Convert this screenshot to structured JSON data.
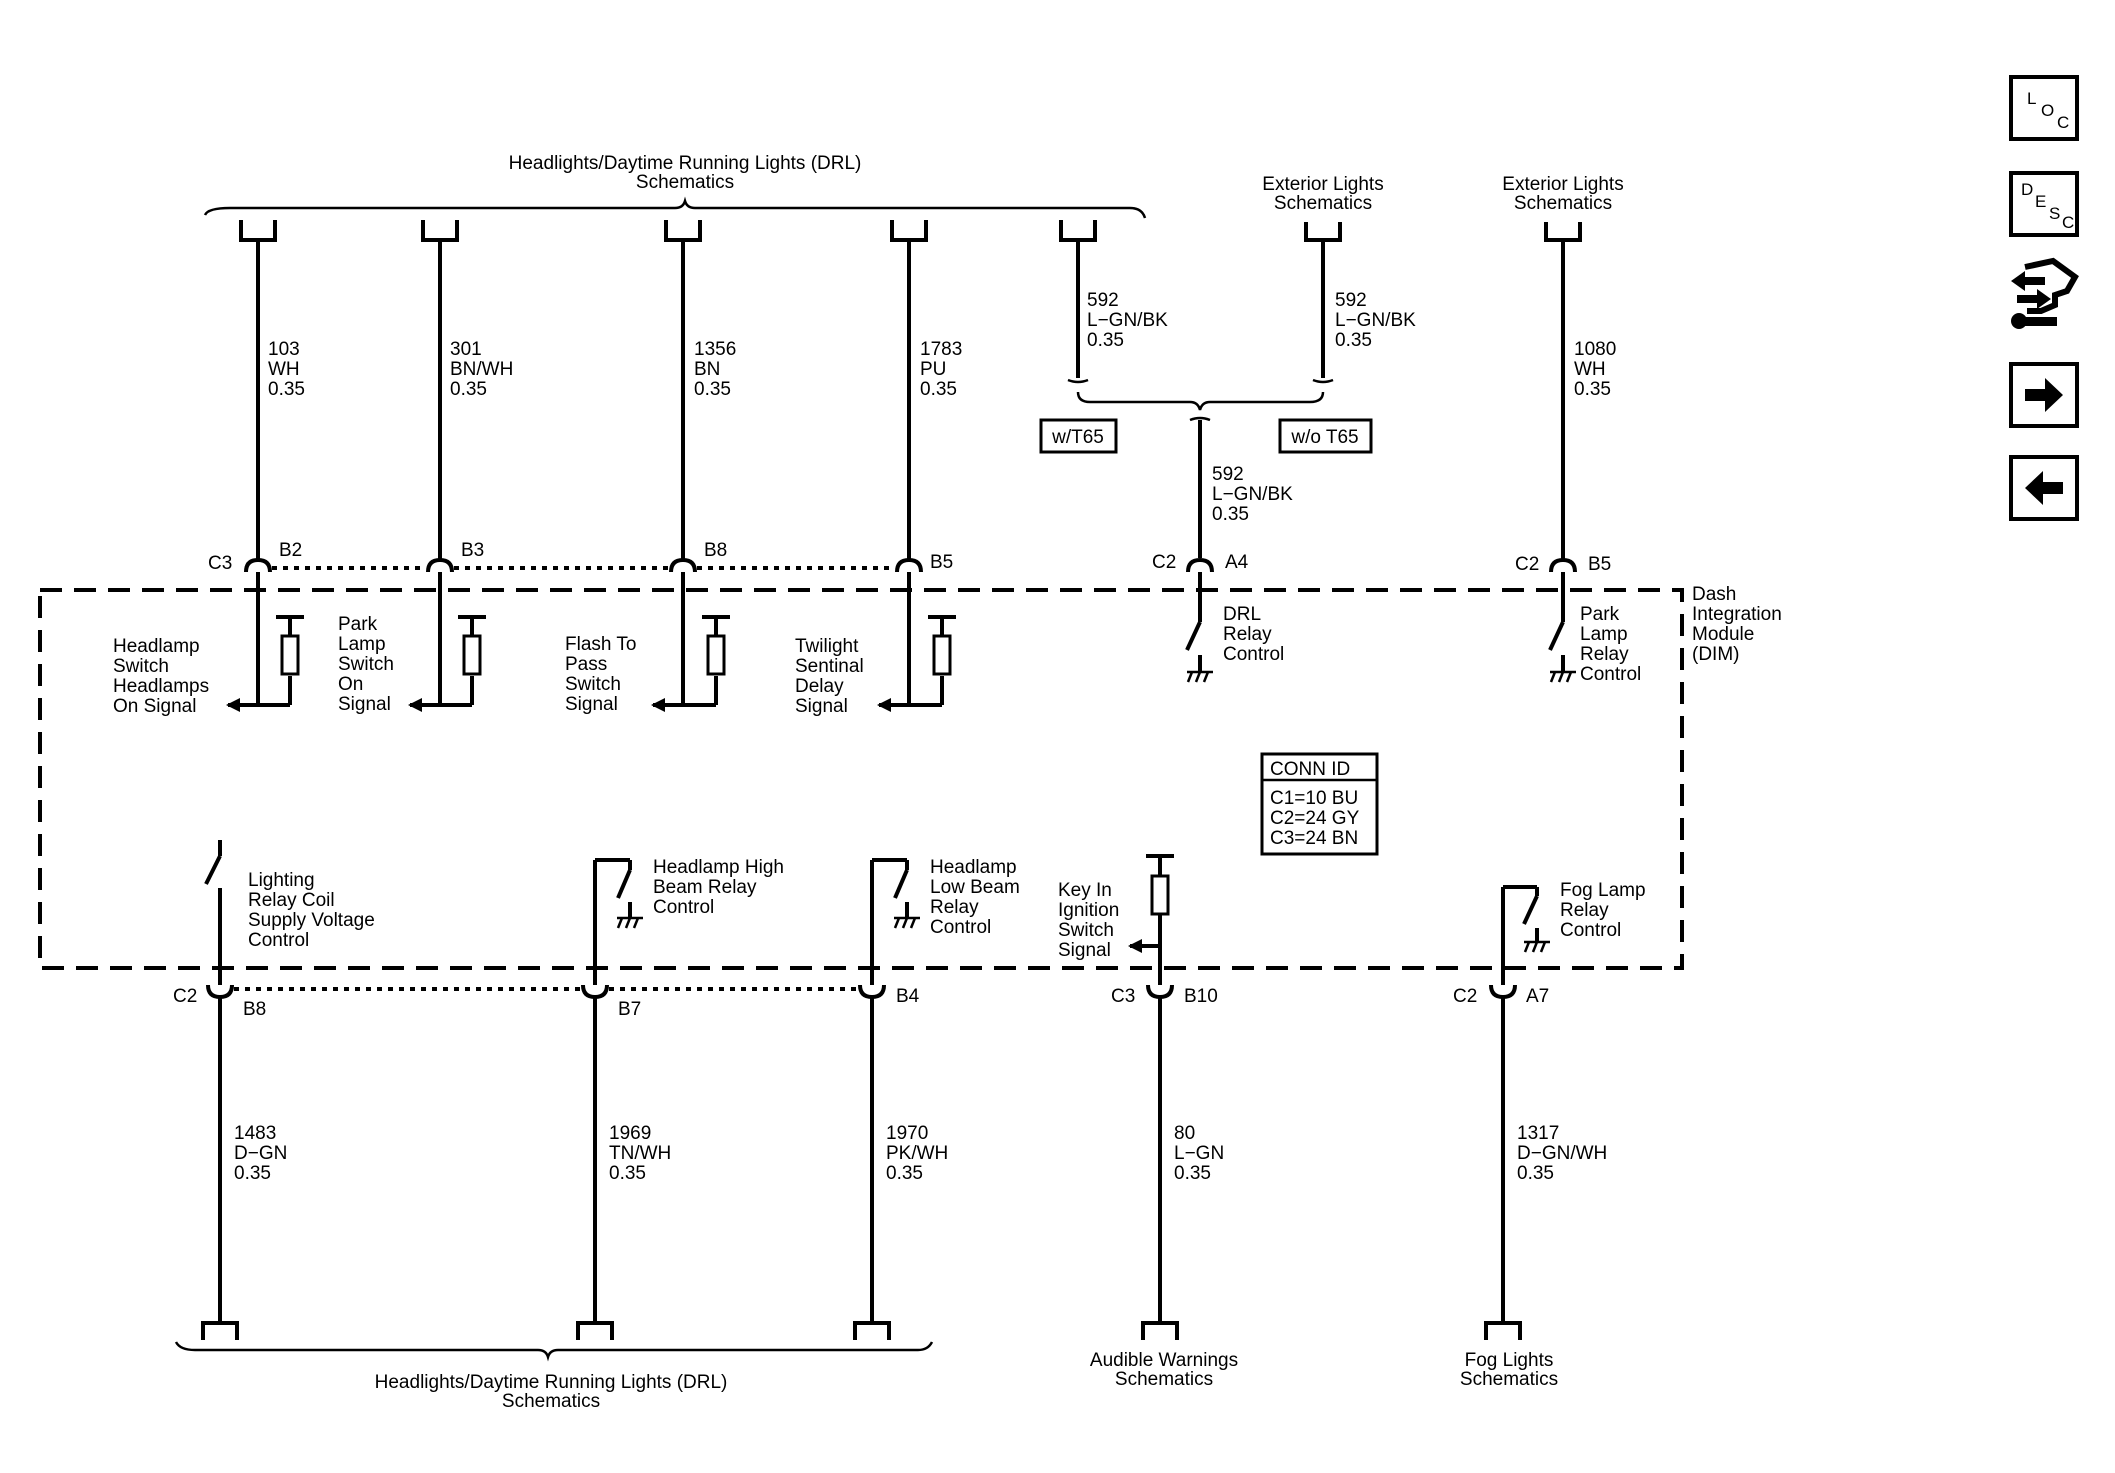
{
  "top_main_group": {
    "line1": "Headlights/Daytime Running Lights (DRL)",
    "line2": "Schematics"
  },
  "bottom_main_group": {
    "line1": "Headlights/Daytime Running Lights (DRL)",
    "line2": "Schematics"
  },
  "ext_lights_1": {
    "line1": "Exterior Lights",
    "line2": "Schematics"
  },
  "ext_lights_2": {
    "line1": "Exterior Lights",
    "line2": "Schematics"
  },
  "audible": {
    "line1": "Audible Warnings",
    "line2": "Schematics"
  },
  "fog_group": {
    "line1": "Fog Lights",
    "line2": "Schematics"
  },
  "wires_top": [
    {
      "circuit": "103",
      "color": "WH",
      "gauge": "0.35"
    },
    {
      "circuit": "301",
      "color": "BN/WH",
      "gauge": "0.35"
    },
    {
      "circuit": "1356",
      "color": "BN",
      "gauge": "0.35"
    },
    {
      "circuit": "1783",
      "color": "PU",
      "gauge": "0.35"
    },
    {
      "circuit": "592",
      "color": "L−GN/BK",
      "gauge": "0.35"
    },
    {
      "circuit": "592",
      "color": "L−GN/BK",
      "gauge": "0.35"
    },
    {
      "circuit": "1080",
      "color": "WH",
      "gauge": "0.35"
    },
    {
      "circuit": "592",
      "color": "L−GN/BK",
      "gauge": "0.35"
    }
  ],
  "wires_bottom": [
    {
      "circuit": "1483",
      "color": "D−GN",
      "gauge": "0.35"
    },
    {
      "circuit": "1969",
      "color": "TN/WH",
      "gauge": "0.35"
    },
    {
      "circuit": "1970",
      "color": "PK/WH",
      "gauge": "0.35"
    },
    {
      "circuit": "80",
      "color": "L−GN",
      "gauge": "0.35"
    },
    {
      "circuit": "1317",
      "color": "D−GN/WH",
      "gauge": "0.35"
    }
  ],
  "options": {
    "with": "w/T65",
    "without": "w/o T65"
  },
  "connectors_top": {
    "c3": "C3",
    "b2": "B2",
    "b3": "B3",
    "b8": "B8",
    "b5": "B5",
    "c2_a": "C2",
    "a4": "A4",
    "c2_b": "C2",
    "b5b": "B5"
  },
  "connectors_bottom": {
    "c2": "C2",
    "b8": "B8",
    "b7": "B7",
    "b4": "B4",
    "c3": "C3",
    "b10": "B10",
    "c2_b": "C2",
    "a7": "A7"
  },
  "module": {
    "line1": "Dash",
    "line2": "Integration",
    "line3": "Module",
    "line4": "(DIM)"
  },
  "signals_top": [
    [
      "Headlamp",
      "Switch",
      "Headlamps",
      "On Signal"
    ],
    [
      "Park",
      "Lamp",
      "Switch",
      "On",
      "Signal"
    ],
    [
      "Flash To",
      "Pass",
      "Switch",
      "Signal"
    ],
    [
      "Twilight",
      "Sentinal",
      "Delay",
      "Signal"
    ]
  ],
  "drl_relay": [
    "DRL",
    "Relay",
    "Control"
  ],
  "park_relay": [
    "Park",
    "Lamp",
    "Relay",
    "Control"
  ],
  "lighting_relay": [
    "Lighting",
    "Relay Coil",
    "Supply Voltage",
    "Control"
  ],
  "high_beam": [
    "Headlamp High",
    "Beam Relay",
    "Control"
  ],
  "low_beam": [
    "Headlamp",
    "Low Beam",
    "Relay",
    "Control"
  ],
  "key_in": [
    "Key In",
    "Ignition",
    "Switch",
    "Signal"
  ],
  "fog_relay": [
    "Fog Lamp",
    "Relay",
    "Control"
  ],
  "conn_id": {
    "title": "CONN ID",
    "c1": "C1=10 BU",
    "c2": "C2=24 GY",
    "c3": "C3=24 BN"
  },
  "nav": {
    "loc": [
      "L",
      "O",
      "C"
    ],
    "desc": [
      "D",
      "E",
      "S",
      "C"
    ],
    "icons": [
      "connector-end-view-icon",
      "next-arrow-icon",
      "previous-arrow-icon"
    ]
  }
}
